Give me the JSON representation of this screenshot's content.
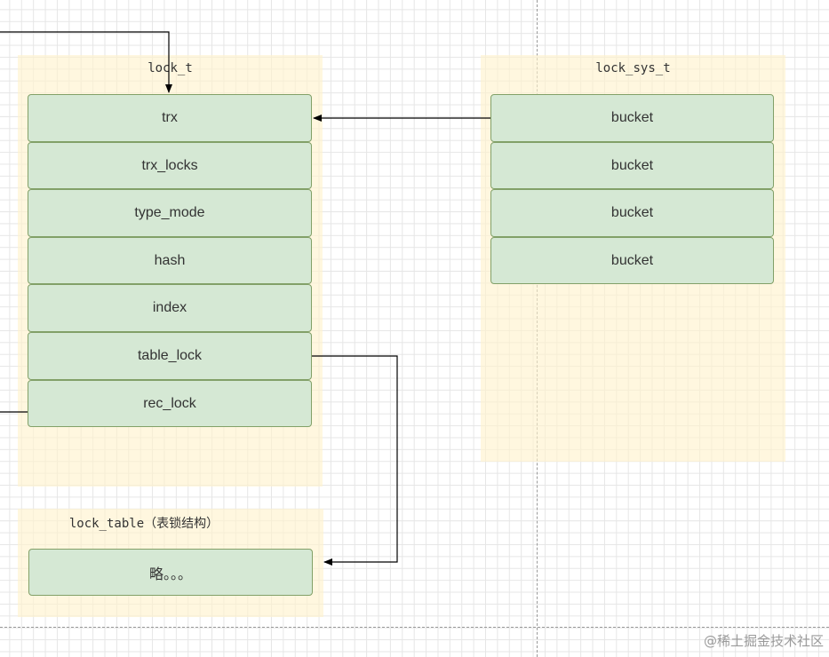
{
  "groups": {
    "lock_t": {
      "title": "lock_t",
      "fields": [
        "trx",
        "trx_locks",
        "type_mode",
        "hash",
        "index",
        "table_lock",
        "rec_lock"
      ]
    },
    "lock_sys_t": {
      "title": "lock_sys_t",
      "fields": [
        "bucket",
        "bucket",
        "bucket",
        "bucket"
      ]
    },
    "lock_table": {
      "title": "lock_table（表锁结构）",
      "fields": [
        "略。。。"
      ]
    }
  },
  "watermark": "@稀土掘金技术社区",
  "colors": {
    "group_fill": "#fff2cc",
    "field_fill": "#d5e8d4",
    "field_border": "#82a068",
    "edge": "#000000"
  }
}
